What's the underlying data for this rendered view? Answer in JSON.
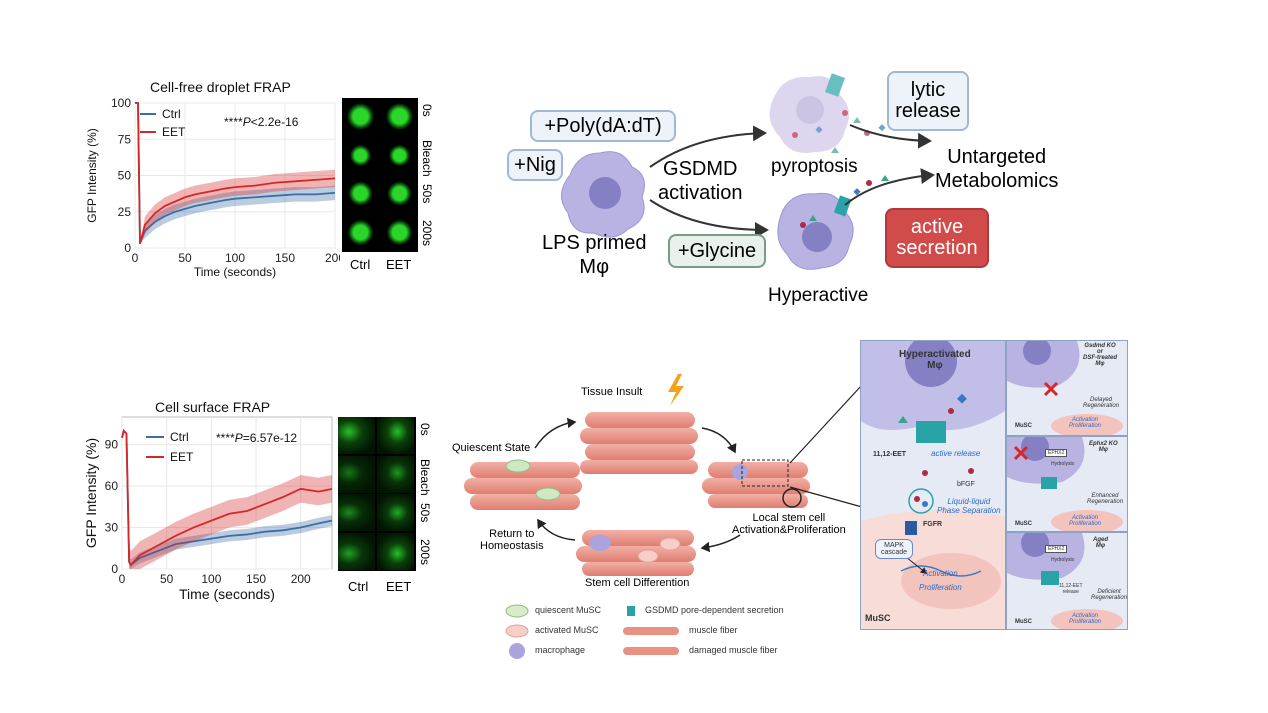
{
  "frap1": {
    "title": "Cell-free droplet FRAP",
    "ylabel": "GFP Intensity (%)",
    "xlabel": "Time (seconds)",
    "legend": [
      "Ctrl",
      "EET"
    ],
    "pvalue_stars": "****",
    "pvalue_p": "P",
    "pvalue_rest": "<2.2e-16",
    "yticks": [
      "100",
      "75",
      "50",
      "25",
      "0"
    ],
    "xticks": [
      "0",
      "50",
      "100",
      "150",
      "200"
    ],
    "image_rows": [
      "0s",
      "Bleach",
      "50s",
      "200s"
    ],
    "image_cols": [
      "Ctrl",
      "EET"
    ]
  },
  "frap2": {
    "title": "Cell surface FRAP",
    "ylabel": "GFP Intensity (%)",
    "xlabel": "Time (seconds)",
    "legend": [
      "Ctrl",
      "EET"
    ],
    "pvalue_stars": "****",
    "pvalue_p": "P",
    "pvalue_rest": "=6.57e-12",
    "yticks": [
      "90",
      "60",
      "30",
      "0"
    ],
    "xticks": [
      "0",
      "50",
      "100",
      "150",
      "200"
    ],
    "image_rows": [
      "0s",
      "Bleach",
      "50s",
      "200s"
    ],
    "image_cols": [
      "Ctrl",
      "EET"
    ]
  },
  "chart_data": [
    {
      "type": "line",
      "title": "Cell-free droplet FRAP",
      "xlabel": "Time (seconds)",
      "ylabel": "GFP Intensity (%)",
      "xlim": [
        0,
        200
      ],
      "ylim": [
        0,
        100
      ],
      "series": [
        {
          "name": "Ctrl",
          "color": "#3b6ea5",
          "x": [
            0,
            3,
            5,
            10,
            20,
            30,
            40,
            50,
            60,
            75,
            90,
            100,
            120,
            140,
            160,
            180,
            200
          ],
          "y": [
            100,
            100,
            3,
            12,
            18,
            22,
            25,
            27,
            29,
            31,
            33,
            34,
            35,
            36,
            37,
            37,
            38
          ]
        },
        {
          "name": "EET",
          "color": "#d62728",
          "x": [
            0,
            3,
            5,
            10,
            20,
            30,
            40,
            50,
            60,
            75,
            90,
            100,
            120,
            140,
            160,
            180,
            200
          ],
          "y": [
            100,
            100,
            3,
            16,
            24,
            29,
            32,
            35,
            37,
            39,
            41,
            42,
            43,
            45,
            46,
            47,
            48
          ]
        }
      ]
    },
    {
      "type": "line",
      "title": "Cell surface FRAP",
      "xlabel": "Time (seconds)",
      "ylabel": "GFP Intensity (%)",
      "xlim": [
        0,
        235
      ],
      "ylim": [
        0,
        110
      ],
      "series": [
        {
          "name": "Ctrl",
          "color": "#3b6ea5",
          "x": [
            0,
            2,
            5,
            8,
            10,
            20,
            40,
            60,
            80,
            100,
            120,
            140,
            160,
            180,
            200,
            220,
            235
          ],
          "y": [
            95,
            100,
            98,
            5,
            3,
            8,
            13,
            18,
            20,
            22,
            24,
            25,
            27,
            28,
            30,
            33,
            35
          ]
        },
        {
          "name": "EET",
          "color": "#d62728",
          "x": [
            0,
            2,
            5,
            8,
            10,
            20,
            40,
            60,
            80,
            100,
            120,
            140,
            160,
            180,
            200,
            220,
            235
          ],
          "y": [
            95,
            100,
            98,
            5,
            3,
            10,
            17,
            24,
            30,
            35,
            40,
            42,
            47,
            52,
            58,
            56,
            58
          ]
        }
      ]
    }
  ],
  "top_diagram": {
    "poly": "+Poly(dA:dT)",
    "nig": "+Nig",
    "gsdmd": "GSDMD\nactivation",
    "pyroptosis": "pyroptosis",
    "lytic": "lytic\nrelease",
    "untargeted": "Untargeted\nMetabolomics",
    "lps": "LPS primed\nMφ",
    "glycine": "+Glycine",
    "active_secretion": "active\nsecretion",
    "hyperactive": "Hyperactive"
  },
  "cycle": {
    "tissue_insult": "Tissue Insult",
    "quiescent_state": "Quiescent State",
    "return_homeostasis": "Return to\nHomeostasis",
    "stem_cell_diff": "Stem cell Differention",
    "local_stem": "Local stem cell\nActivation&Proliferation"
  },
  "legend": {
    "quiescent": "quiescent MuSC",
    "activated": "activated MuSC",
    "macrophage": "macrophage",
    "gsdmd_secretion": "GSDMD pore-dependent secretion",
    "muscle_fiber": "muscle fiber",
    "damaged_fiber": "damaged muscle fiber"
  },
  "mech": {
    "hyper_title": "Hyperactivated\nMφ",
    "eet": "11,12-EET",
    "active_release": "active release",
    "bfgf": "bFGF",
    "llps": "Liquid-liquid\nPhase Separation",
    "fgfr": "FGFR",
    "mapk": "MAPK\ncascade",
    "activation": "Activation",
    "proliferation": "Proliferation",
    "musc": "MuSC"
  },
  "side": {
    "p1_title": "Gsdmd KO\nor\nDSF-treated\nMφ",
    "p1_result": "Delayed\nRegeneration",
    "p1_musc": "MuSC",
    "p1_act": "Activation\nProliferation",
    "p2_title": "Ephx2 KO\nMφ",
    "p2_enzyme": "EPHX2",
    "p2_hyd": "Hydrolysis",
    "p2_result": "Enhanced\nRegeneration",
    "p2_musc": "MuSC",
    "p2_act": "Activation\nProliferation",
    "p3_title": "Aged\nMφ",
    "p3_enzyme": "EPHX2",
    "p3_hyd": "Hydrolysis",
    "p3_release": "11,12-EET\nrelease",
    "p3_result": "Deficient\nRegeneration",
    "p3_musc": "MuSC",
    "p3_act": "Activation\nProliferation"
  },
  "colors": {
    "ctrl": "#3b6ea5",
    "eet": "#d62728",
    "gfp": "#2bd62b",
    "secretion_box": "#d24b4b"
  }
}
